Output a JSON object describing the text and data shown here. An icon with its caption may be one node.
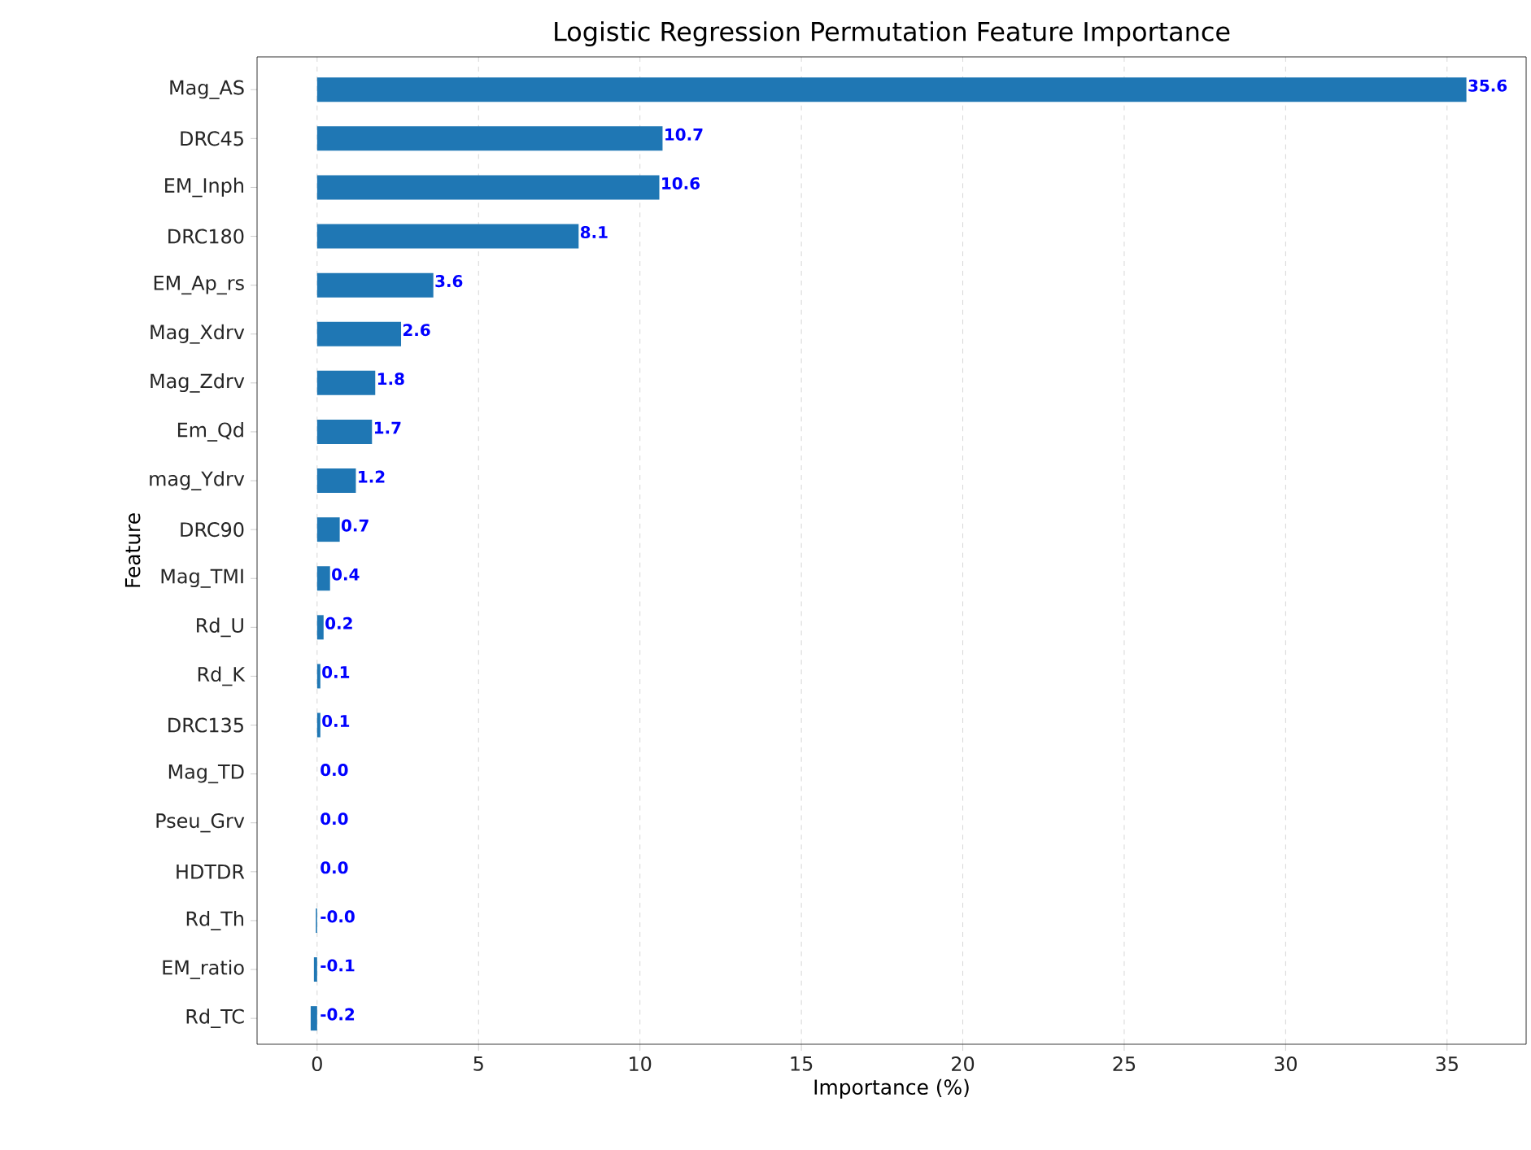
{
  "diagram": {
    "chart_data": {
      "type": "bar",
      "orientation": "horizontal",
      "title": "Logistic Regression Permutation Feature Importance",
      "xlabel": "Importance (%)",
      "ylabel": "Feature",
      "categories": [
        "Mag_AS",
        "DRC45",
        "EM_Inph",
        "DRC180",
        "EM_Ap_rs",
        "Mag_Xdrv",
        "Mag_Zdrv",
        "Em_Qd",
        "mag_Ydrv",
        "DRC90",
        "Mag_TMI",
        "Rd_U",
        "Rd_K",
        "DRC135",
        "Mag_TD",
        "Pseu_Grv",
        "HDTDR",
        "Rd_Th",
        "EM_ratio",
        "Rd_TC"
      ],
      "series": [
        {
          "color": "#1f77b4",
          "values": [
            35.6,
            10.7,
            10.6,
            8.1,
            3.6,
            2.6,
            1.8,
            1.7,
            1.2,
            0.7,
            0.4,
            0.2,
            0.1,
            0.1,
            0.0,
            0.0,
            0.0,
            -0.04,
            -0.1,
            -0.2
          ]
        }
      ],
      "value_labels": [
        "35.6",
        "10.7",
        "10.6",
        "8.1",
        "3.6",
        "2.6",
        "1.8",
        "1.7",
        "1.2",
        "0.7",
        "0.4",
        "0.2",
        "0.1",
        "0.1",
        "0.0",
        "0.0",
        "0.0",
        "-0.0",
        "-0.1",
        "-0.2"
      ],
      "xlim": [
        -1.86,
        37.45
      ],
      "xticks": [
        0,
        5,
        10,
        15,
        20,
        25,
        30,
        35
      ],
      "grid": "x"
    }
  }
}
